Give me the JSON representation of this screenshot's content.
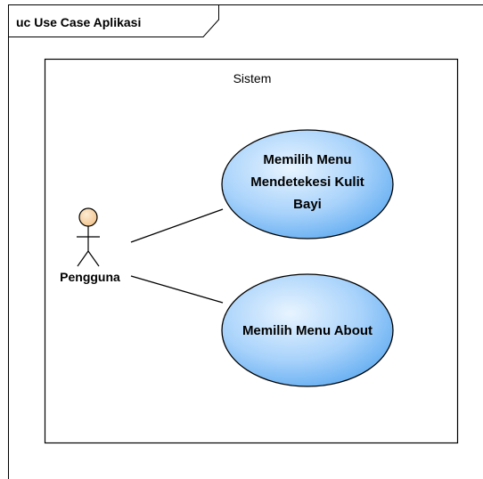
{
  "frame": {
    "title": "uc Use Case Aplikasi"
  },
  "system_boundary": {
    "label": "Sistem"
  },
  "actor": {
    "label": "Pengguna",
    "head_color": "#f9d6a8"
  },
  "use_cases": [
    {
      "lines": [
        "Memilih Menu",
        "Mendetekesi Kulit",
        "Bayi"
      ]
    },
    {
      "lines": [
        "Memilih Menu About"
      ]
    }
  ],
  "colors": {
    "usecase_fill_light": "#dbeeff",
    "usecase_fill_dark": "#5aa8f0",
    "usecase_stroke": "#000000"
  }
}
